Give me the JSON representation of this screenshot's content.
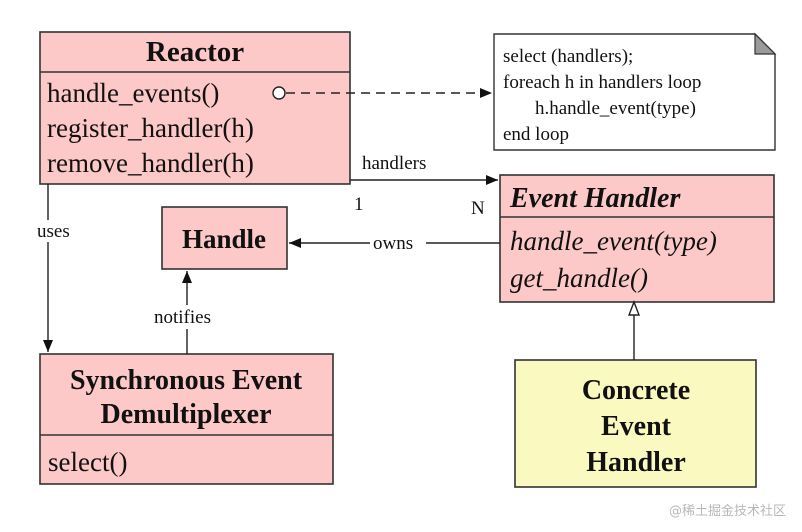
{
  "reactor": {
    "title": "Reactor",
    "methods": [
      "handle_events()",
      "register_handler(h)",
      "remove_handler(h)"
    ]
  },
  "note": {
    "lines": [
      "select (handlers);",
      "foreach h in handlers loop",
      "h.handle_event(type)",
      "end loop"
    ]
  },
  "event_handler": {
    "title": "Event  Handler",
    "methods": [
      "handle_event(type)",
      "get_handle()"
    ]
  },
  "handle": {
    "title": "Handle"
  },
  "demux": {
    "title_lines": [
      "Synchronous Event",
      "Demultiplexer"
    ],
    "methods": [
      "select()"
    ]
  },
  "concrete": {
    "title_lines": [
      "Concrete",
      "Event",
      "Handler"
    ]
  },
  "labels": {
    "handlers": "handlers",
    "mult_one": "1",
    "mult_many": "N",
    "uses": "uses",
    "owns": "owns",
    "notifies": "notifies"
  },
  "watermark": "@稀土掘金技术社区",
  "colors": {
    "class_fill": "#fdc8c8",
    "concrete_fill": "#fafac0",
    "stroke": "#333333"
  }
}
